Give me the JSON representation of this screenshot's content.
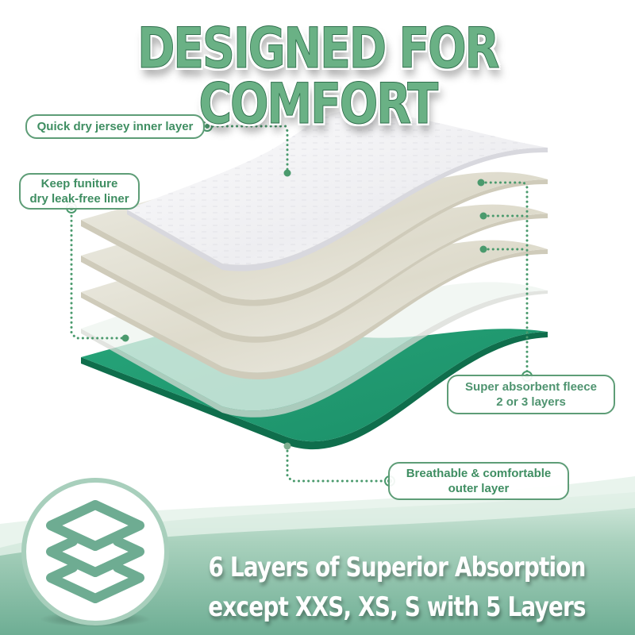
{
  "headline": {
    "text": "DESIGNED FOR COMFORT",
    "color": "#6ab185"
  },
  "callouts": [
    {
      "id": "inner-layer",
      "lines": [
        "Quick dry jersey inner layer"
      ]
    },
    {
      "id": "leak-free-liner",
      "lines": [
        "Keep funiture",
        "dry leak-free liner"
      ]
    },
    {
      "id": "absorbent-fleece",
      "lines": [
        "Super absorbent fleece",
        "2 or 3 layers"
      ]
    },
    {
      "id": "outer-layer",
      "lines": [
        "Breathable & comfortable",
        "outer layer"
      ]
    }
  ],
  "layers": [
    {
      "name": "jersey inner layer",
      "color": "#f4f4f6"
    },
    {
      "name": "absorbent fleece 1",
      "color": "#e9e7dc"
    },
    {
      "name": "absorbent fleece 2",
      "color": "#e9e7dc"
    },
    {
      "name": "absorbent fleece 3",
      "color": "#e9e7dc"
    },
    {
      "name": "leak-free liner",
      "color": "#f1f1ee"
    },
    {
      "name": "outer layer",
      "color": "#1f9a72"
    }
  ],
  "badge": {
    "icon": "layers-icon",
    "ring_color": "#9fcab4",
    "icon_color": "#6eac92"
  },
  "bottom_text": {
    "line1": "6 Layers of Superior Absorption",
    "line2": "except  XXS, XS, S with 5 Layers"
  },
  "colors": {
    "accent_green": "#3f8e62",
    "leader_dot": "#4a9a6d",
    "band_top": "#cfe6da",
    "band_bottom": "#6fb096"
  }
}
